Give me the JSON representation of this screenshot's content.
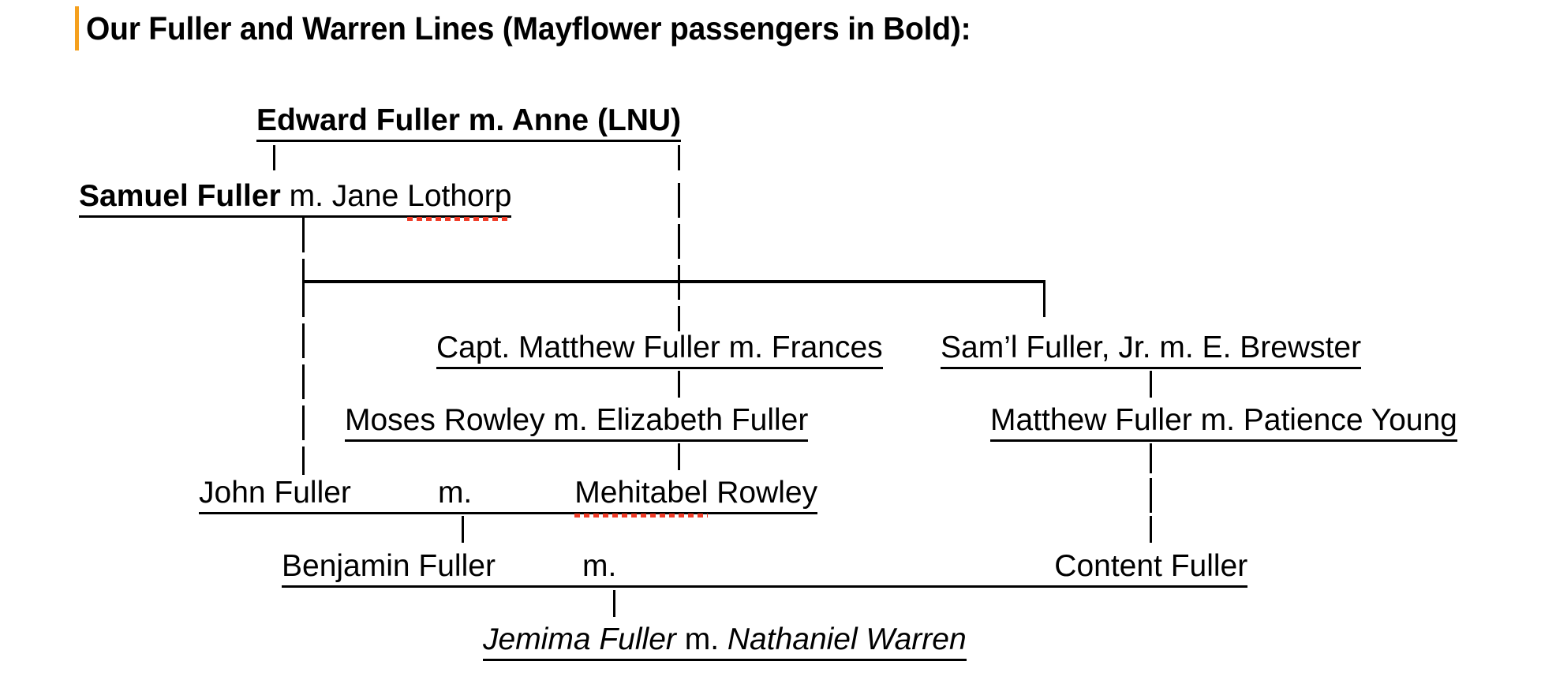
{
  "title": {
    "text": "Our Fuller and Warren Lines (Mayflower passengers in Bold):",
    "cursor_color": "#F5A01E"
  },
  "colors": {
    "text": "#000000",
    "accent": "#F5A01E",
    "spellcheck": "#F03C28",
    "background": "#FFFFFF"
  },
  "tree": {
    "gen1": {
      "bold_name": "Edward Fuller",
      "marriage": " m. Anne (LNU)"
    },
    "gen2": {
      "bold_name": "Samuel Fuller",
      "marriage": " m. Jane ",
      "spelled_name": "Lothorp"
    },
    "gen3": {
      "left": "Capt. Matthew Fuller m. Frances",
      "right": "Sam’l Fuller, Jr. m. E. Brewster"
    },
    "gen4": {
      "left": "Moses Rowley m. Elizabeth Fuller",
      "right": "Matthew Fuller m. Patience Young"
    },
    "gen5": {
      "left": "John Fuller",
      "middle": "m.",
      "spelled_name": "Mehitabel",
      "right": " Rowley"
    },
    "gen6": {
      "left": "Benjamin Fuller",
      "middle": "m.",
      "right": "Content Fuller"
    },
    "gen7": {
      "italic_left": "Jemima Fuller",
      "marriage": " m. ",
      "italic_right": "Nathaniel Warren"
    }
  }
}
